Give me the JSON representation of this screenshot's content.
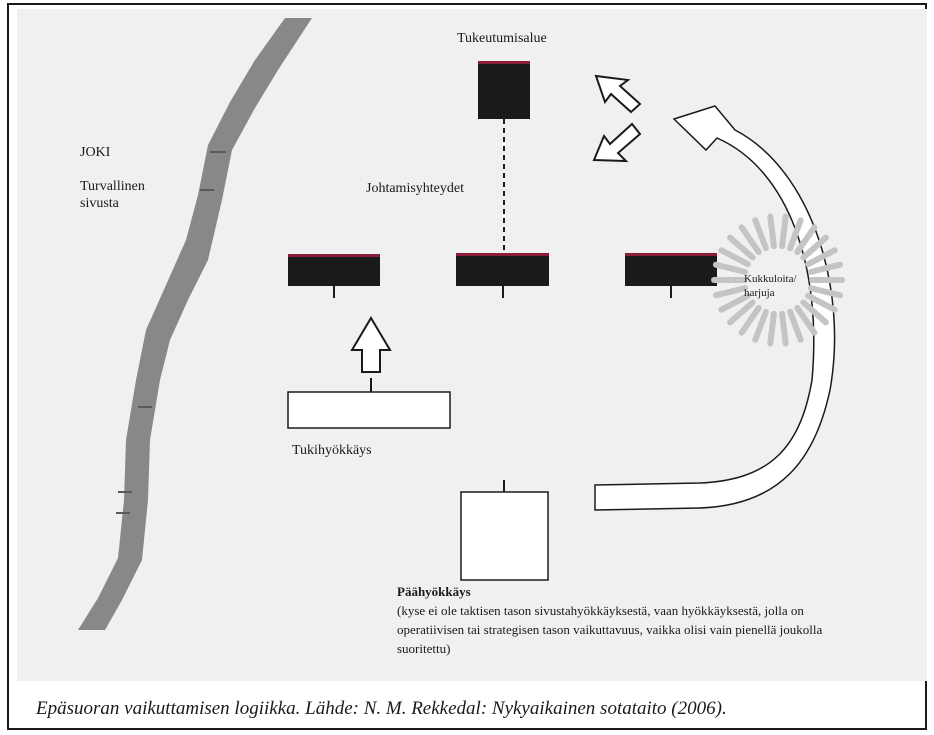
{
  "labels": {
    "river": "JOKI",
    "safe_flank": "Turvallinen sivusta",
    "support_area": "Tukeutumisalue",
    "command_links": "Johtamisyhteydet",
    "hills": "Kukkuloita/ harjuja",
    "supporting_attack": "Tukihyökkäys"
  },
  "main_attack": {
    "title": "Päähyökkäys",
    "description": "(kyse ei ole taktisen tason sivustahyökkäyksestä, vaan hyökkäyksestä, jolla on operatiivisen tai strategisen tason vaikuttavuus, vaikka olisi vain pienellä joukolla suoritettu)"
  },
  "caption": "Epäsuoran vaikuttamisen logiikka. Lähde: N. M. Rekkedal: Nykyaikainen sotataito (2006).",
  "colors": {
    "background": "#f0f0f0",
    "river": "#888888",
    "unit_fill": "#1a1a1a",
    "accent_red": "#8b1c3a",
    "sun_rays": "#c4c4c4"
  }
}
